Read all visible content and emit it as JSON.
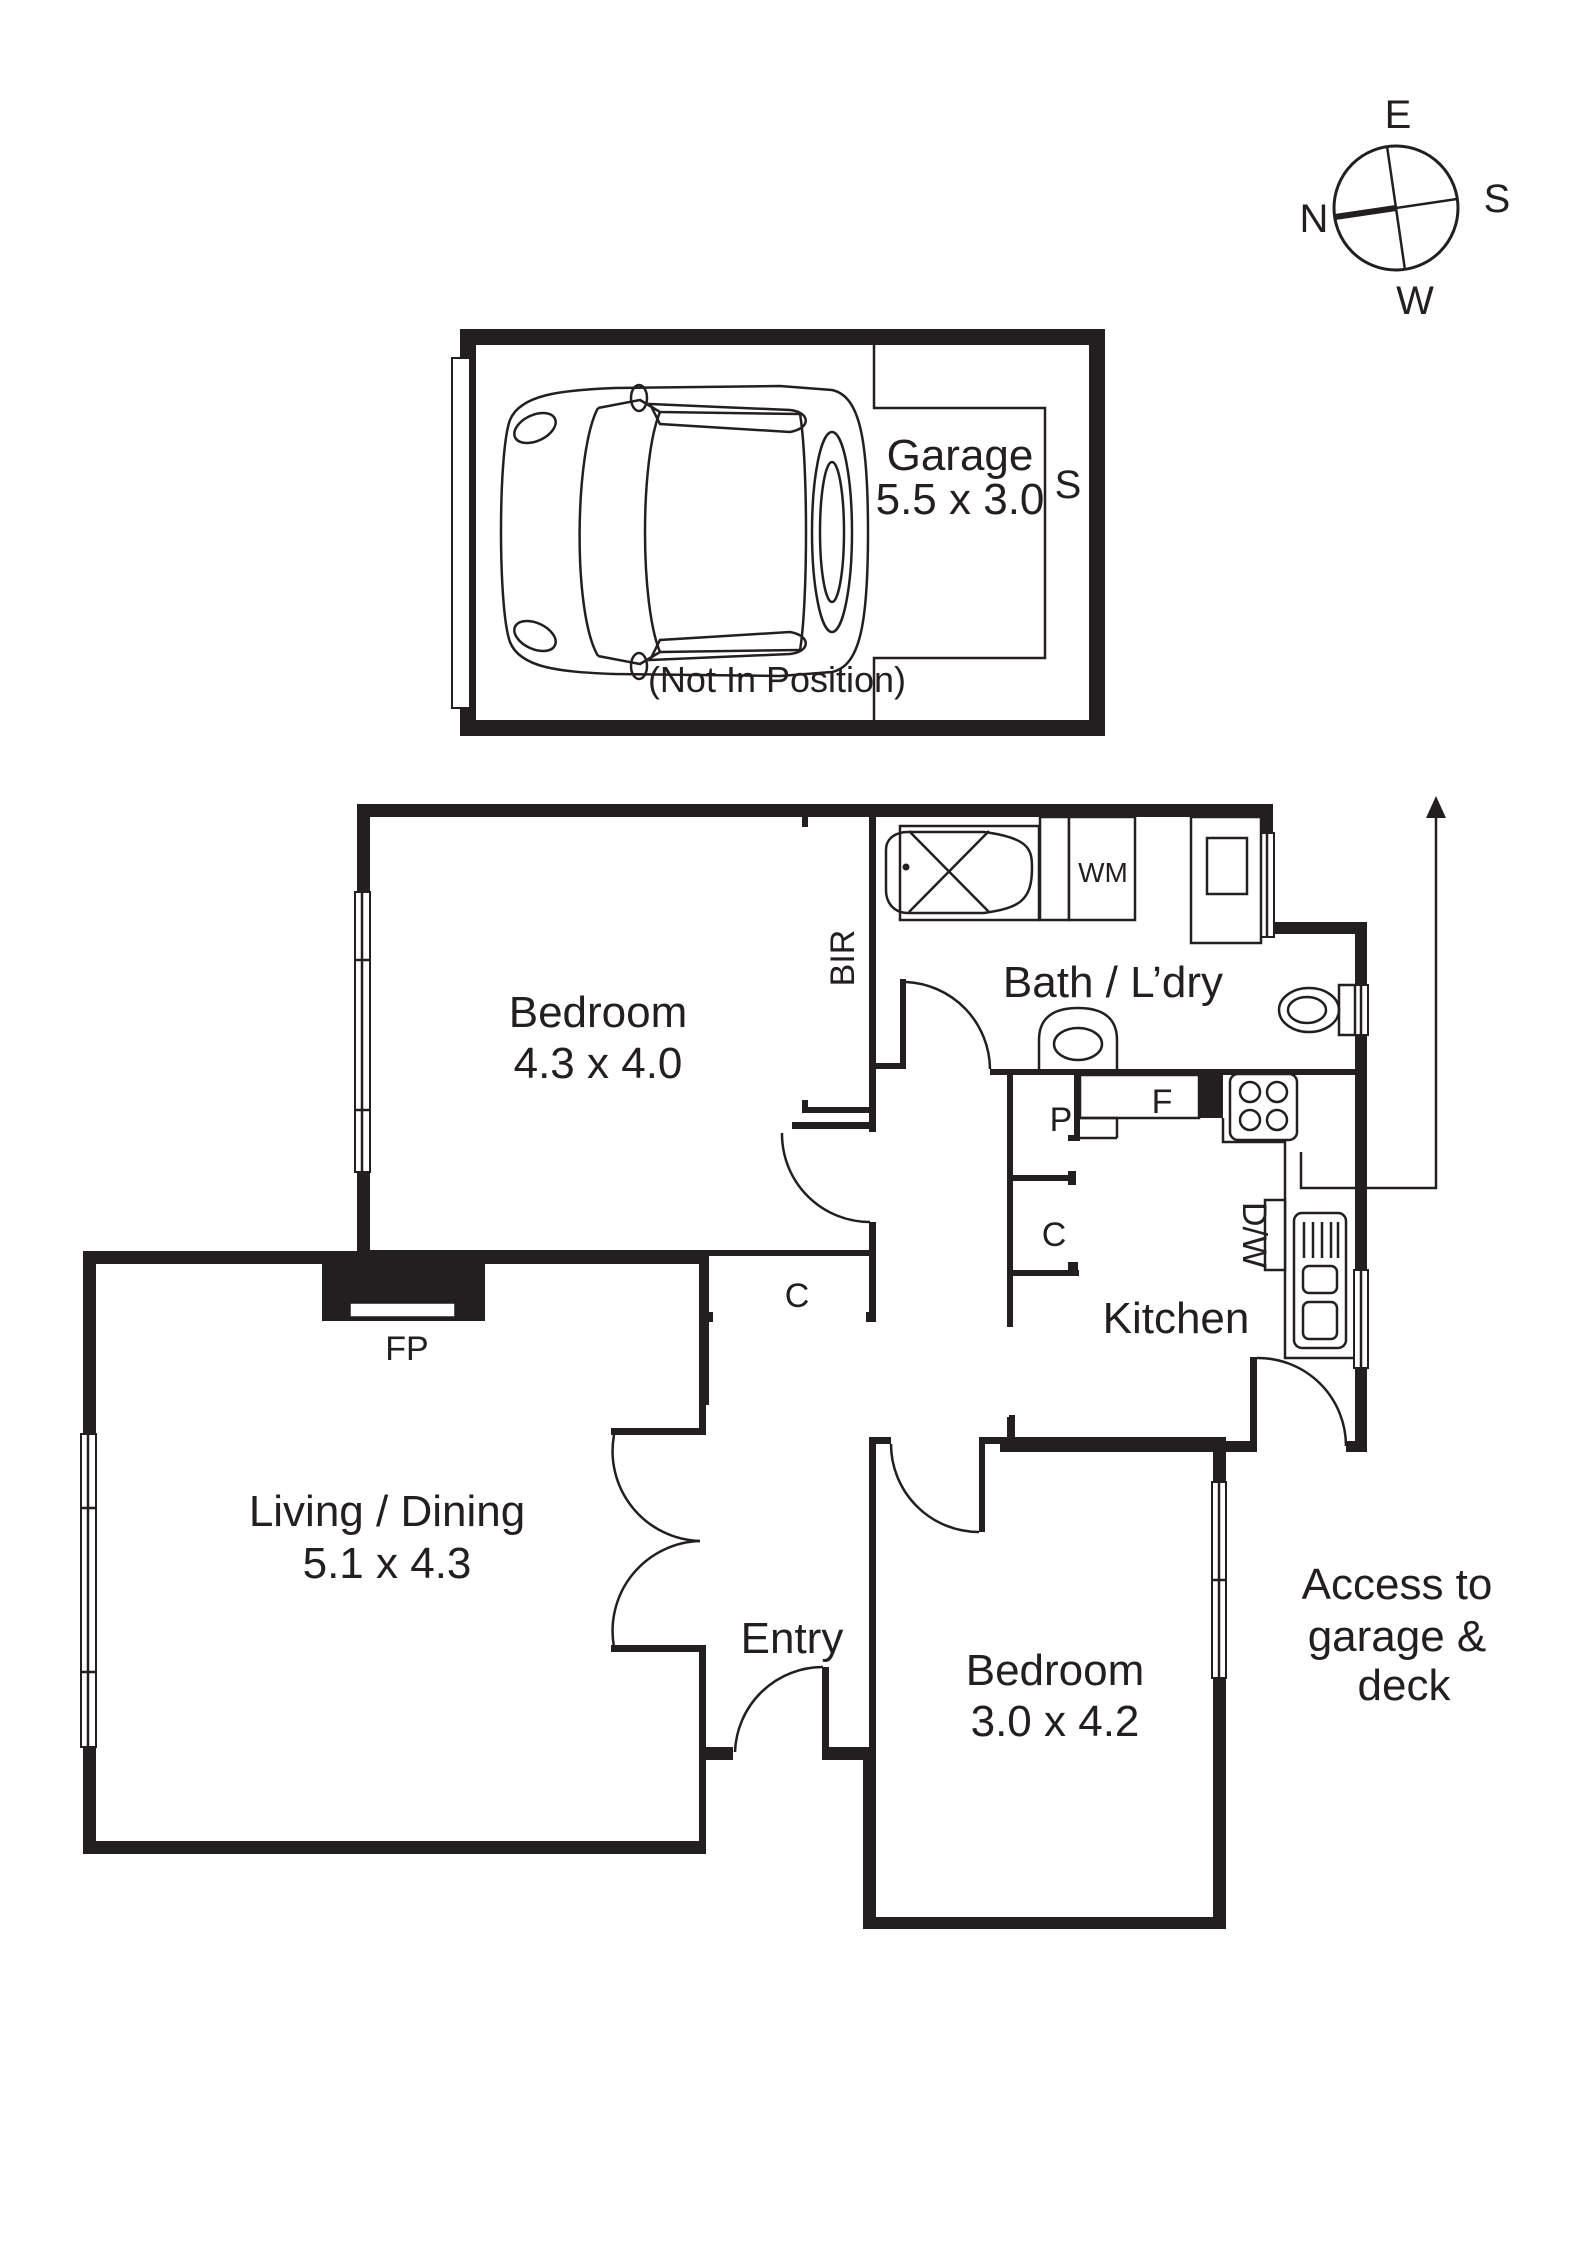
{
  "compass": {
    "north": "N",
    "east": "E",
    "south": "S",
    "west": "W"
  },
  "garage": {
    "name": "Garage",
    "size": "5.5 x 3.0",
    "storage_label": "S",
    "note": "(Not In Position)"
  },
  "rooms": {
    "bedroom1": {
      "name": "Bedroom",
      "size": "4.3 x 4.0"
    },
    "bir": "BIR",
    "bath": {
      "name": "Bath / L’dry",
      "wm": "WM"
    },
    "kitchen": {
      "name": "Kitchen",
      "pantry": "P",
      "fridge": "F",
      "cupboard": "C",
      "dishwasher": "D/W"
    },
    "living": {
      "name": "Living / Dining",
      "size": "5.1 x 4.3",
      "fireplace": "FP"
    },
    "hall_cupboard": "C",
    "entry": "Entry",
    "bedroom2": {
      "name": "Bedroom",
      "size": "3.0 x 4.2"
    }
  },
  "access": {
    "line1": "Access to",
    "line2": "garage &",
    "line3": "deck"
  },
  "colors": {
    "ink": "#231f20",
    "background": "#ffffff"
  }
}
